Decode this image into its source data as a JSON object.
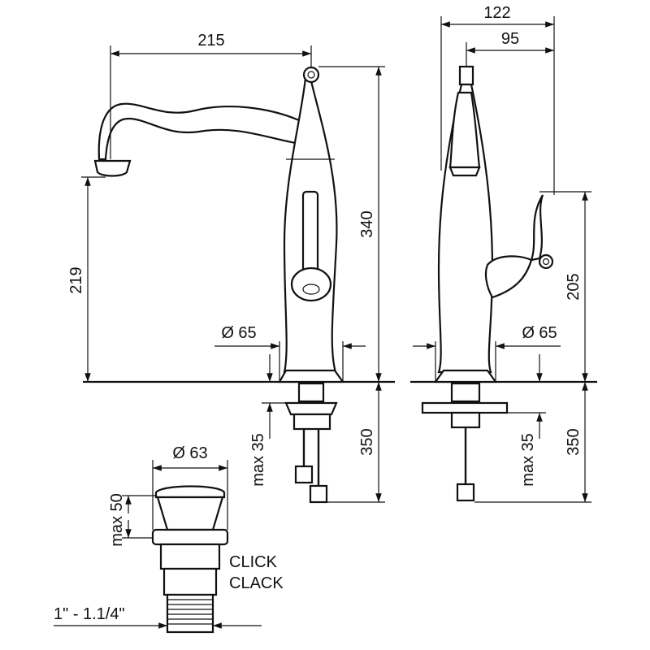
{
  "dimensions": {
    "spout_reach": "215",
    "side_depth": "122",
    "handle_depth": "95",
    "spout_height": "219",
    "total_height": "340",
    "handle_height": "205",
    "base_dia_front": "Ø 65",
    "base_dia_side": "Ø 65",
    "deck_max_front": "max 35",
    "deck_max_side": "max 35",
    "hose_len_front": "350",
    "hose_len_side": "350",
    "waste_dia": "Ø 63",
    "waste_max": "max 50",
    "thread": "1\" - 1.1/4\""
  },
  "labels": {
    "click": "CLICK",
    "clack": "CLACK"
  },
  "colors": {
    "line": "#111111",
    "background": "#ffffff"
  }
}
